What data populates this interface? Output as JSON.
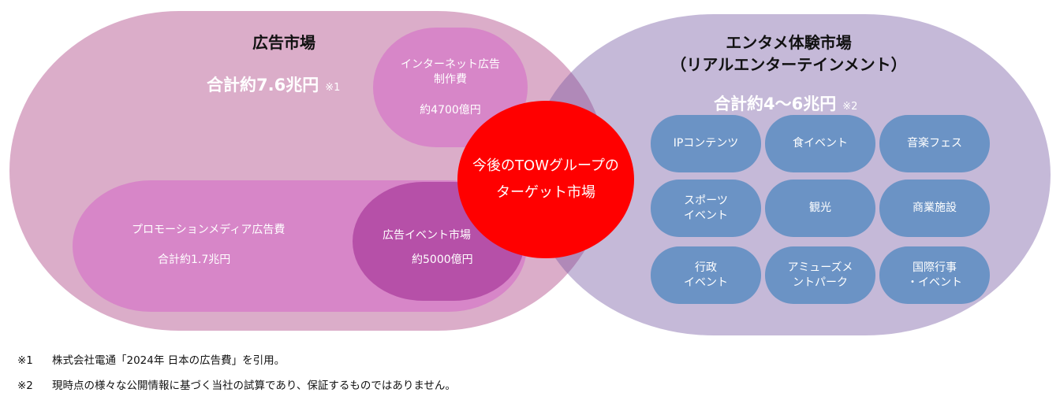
{
  "ad_market": {
    "title": "広告市場",
    "total": "合計約7.6兆円",
    "note": "※1",
    "internet": {
      "label": "インターネット広告\n制作費",
      "value": "約4700億円"
    },
    "promotion": {
      "label": "プロモーションメディア広告費",
      "value": "合計約1.7兆円"
    },
    "event": {
      "label": "広告イベント市場",
      "value": "約5000億円"
    }
  },
  "target": {
    "label": "今後のTOWグループの\nターゲット市場"
  },
  "ent_market": {
    "title": "エンタメ体験市場\n（リアルエンターテインメント）",
    "total": "合計約4～6兆円",
    "note": "※2",
    "items": [
      "IPコンテンツ",
      "食イベント",
      "音楽フェス",
      "スポーツ\nイベント",
      "観光",
      "商業施設",
      "行政\nイベント",
      "アミューズメ\nントパーク",
      "国際行事\n・イベント"
    ]
  },
  "footnotes": [
    {
      "mark": "※1",
      "text": "株式会社電通「2024年 日本の広告費」を引用。"
    },
    {
      "mark": "※2",
      "text": "現時点の様々な公開情報に基づく当社の試算であり、保証するものではありません。"
    }
  ],
  "colors": {
    "ad": "#dbadc9",
    "ent": "#c5b9d8",
    "pink": "#d786c8",
    "magenta": "#b650a8",
    "red": "#ff0000",
    "blue": "#6b93c5"
  }
}
